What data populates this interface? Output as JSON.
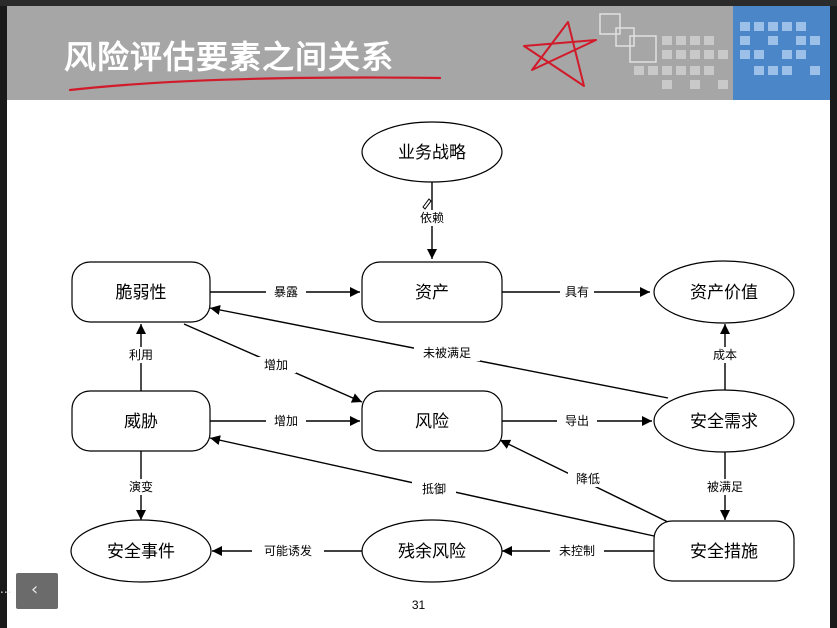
{
  "slide": {
    "title": "风险评估要素之间关系",
    "page_number": "31"
  },
  "nav": {
    "prev_icon": "‹",
    "ellipsis": "..."
  },
  "nodes": {
    "strategy": "业务战略",
    "vulnerability": "脆弱性",
    "asset": "资产",
    "asset_value": "资产价值",
    "threat": "威胁",
    "risk": "风险",
    "security_need": "安全需求",
    "incident": "安全事件",
    "residual_risk": "残余风险",
    "measures": "安全措施"
  },
  "edges": {
    "depends": "依赖",
    "expose": "暴露",
    "has": "具有",
    "unmet": "未被满足",
    "uses": "利用",
    "increase1": "增加",
    "cost": "成本",
    "increase2": "增加",
    "derive": "导出",
    "evolve": "演变",
    "resist": "抵御",
    "reduce": "降低",
    "satisfied": "被满足",
    "may_induce": "可能诱发",
    "uncontrolled": "未控制"
  }
}
